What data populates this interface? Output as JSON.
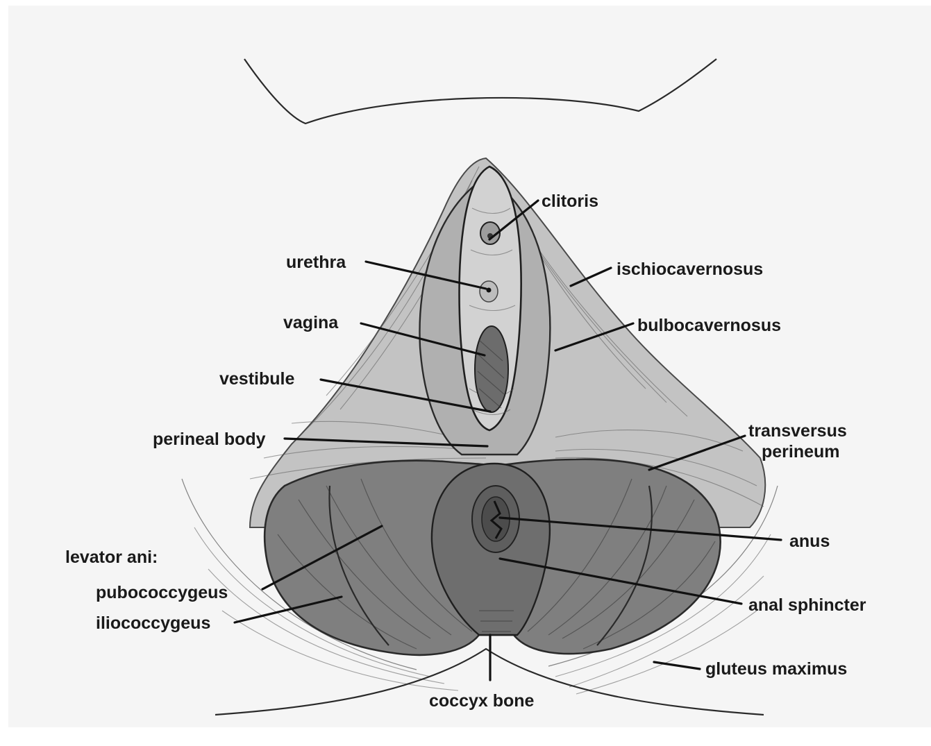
{
  "diagram": {
    "labels": {
      "clitoris": "clitoris",
      "urethra": "urethra",
      "ischiocavernosus": "ischiocavernosus",
      "vagina": "vagina",
      "bulbocavernosus": "bulbocavernosus",
      "vestibule": "vestibule",
      "perineal_body": "perineal body",
      "transversus_line1": "transversus",
      "transversus_line2": "perineum",
      "levator_ani": "levator ani:",
      "pubococcygeus": "pubococcygeus",
      "iliococcygeus": "iliococcygeus",
      "anus": "anus",
      "anal_sphincter": "anal sphincter",
      "gluteus_maximus": "gluteus maximus",
      "coccyx_bone": "coccyx bone"
    },
    "colors": {
      "background": "#ffffff",
      "paper": "#f4f4f4",
      "superficial_muscle": "#b9b9b9",
      "deep_muscle": "#7d7d7d",
      "ink": "#1a1a1a"
    }
  }
}
